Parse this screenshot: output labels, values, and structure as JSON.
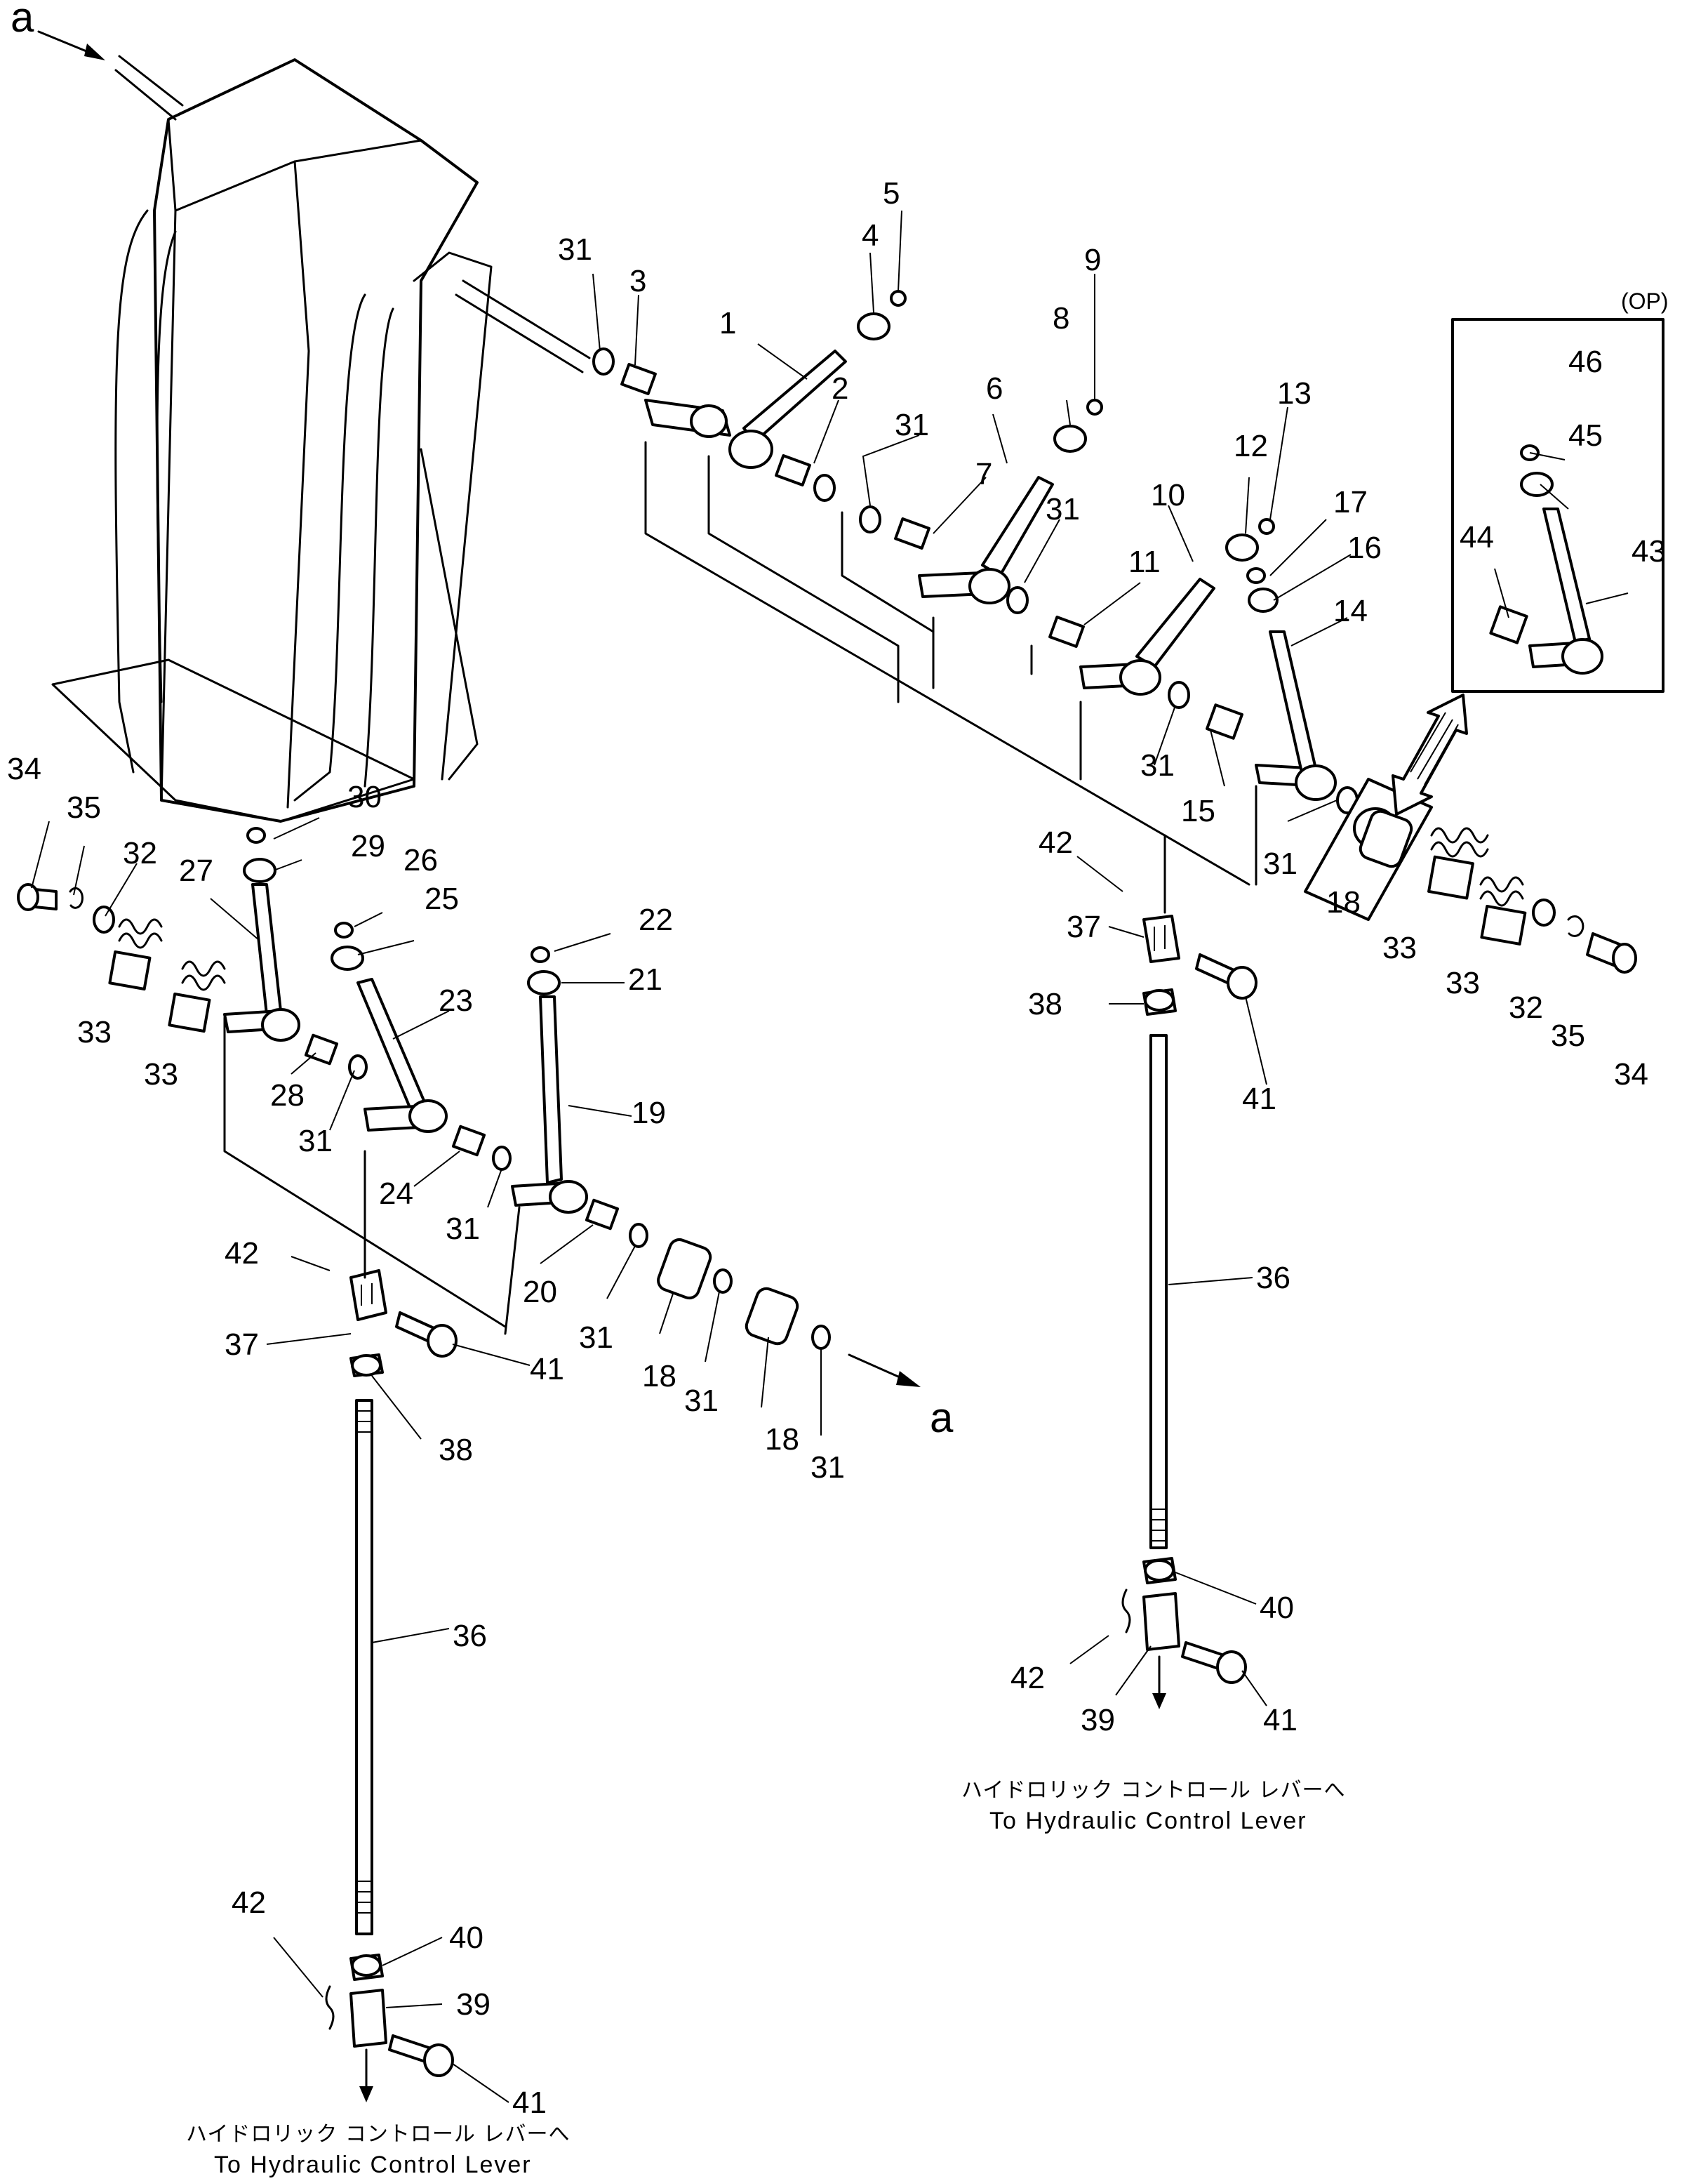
{
  "diagram": {
    "op_label": "(OP)",
    "ref_mark": "a",
    "caption_jp": "ハイドロリック コントロール レバーへ",
    "caption_en": "To Hydraulic Control Lever",
    "callouts": [
      "1",
      "2",
      "3",
      "4",
      "5",
      "6",
      "7",
      "8",
      "9",
      "10",
      "11",
      "12",
      "13",
      "14",
      "15",
      "16",
      "17",
      "18",
      "19",
      "20",
      "21",
      "22",
      "23",
      "24",
      "25",
      "26",
      "27",
      "28",
      "29",
      "30",
      "31",
      "32",
      "33",
      "34",
      "35",
      "36",
      "37",
      "38",
      "39",
      "40",
      "41",
      "42",
      "43",
      "44",
      "45",
      "46"
    ]
  }
}
